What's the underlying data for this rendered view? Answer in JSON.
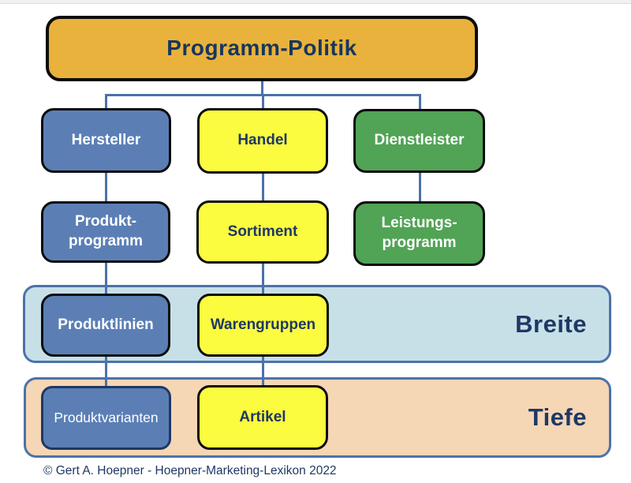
{
  "diagram": {
    "root": {
      "label": "Programm-Politik"
    },
    "nodes": {
      "hersteller": {
        "label": "Hersteller"
      },
      "handel": {
        "label": "Handel"
      },
      "dienstleister": {
        "label": "Dienstleister"
      },
      "produktprogramm": {
        "label": "Produkt-\nprogramm"
      },
      "sortiment": {
        "label": "Sortiment"
      },
      "leistungsprogramm": {
        "label": "Leistungs-\nprogramm"
      },
      "produktlinien": {
        "label": "Produktlinien"
      },
      "warengruppen": {
        "label": "Warengruppen"
      },
      "produktvarianten": {
        "label": "Produktvarianten"
      },
      "artikel": {
        "label": "Artikel"
      }
    },
    "bands": {
      "breite": {
        "label": "Breite"
      },
      "tiefe": {
        "label": "Tiefe"
      }
    },
    "colors": {
      "root_fill": "#e9b23c",
      "blue_fill": "#5b7fb5",
      "yellow_fill": "#fbfb40",
      "green_fill": "#51a355",
      "band_breite_fill": "#c7e0e8",
      "band_tiefe_fill": "#f5d6b5",
      "band_border": "#4c72a8",
      "connector": "#4c72a8",
      "navy_text": "#1f3864",
      "box_border": "#0c0c0c"
    }
  },
  "footer": {
    "copyright": "© Gert A. Hoepner - Hoepner-Marketing-Lexikon 2022"
  }
}
